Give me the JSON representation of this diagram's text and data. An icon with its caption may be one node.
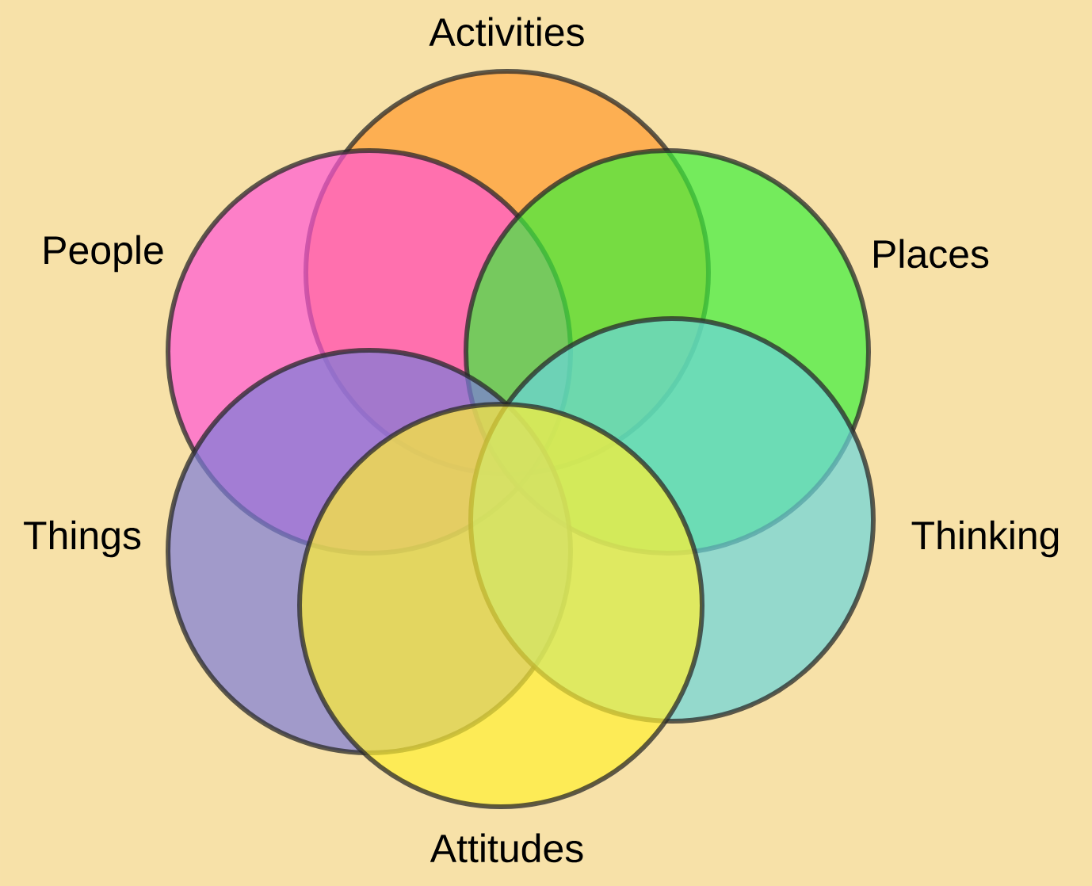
{
  "diagram": {
    "nodes": [
      {
        "text": [
          "Activities"
        ]
      },
      {
        "text": [
          "People"
        ]
      },
      {
        "text": [
          "Places"
        ]
      },
      {
        "text": [
          "Things"
        ]
      },
      {
        "text": [
          "Thinking"
        ]
      },
      {
        "text": [
          "Attitudes"
        ]
      }
    ]
  }
}
